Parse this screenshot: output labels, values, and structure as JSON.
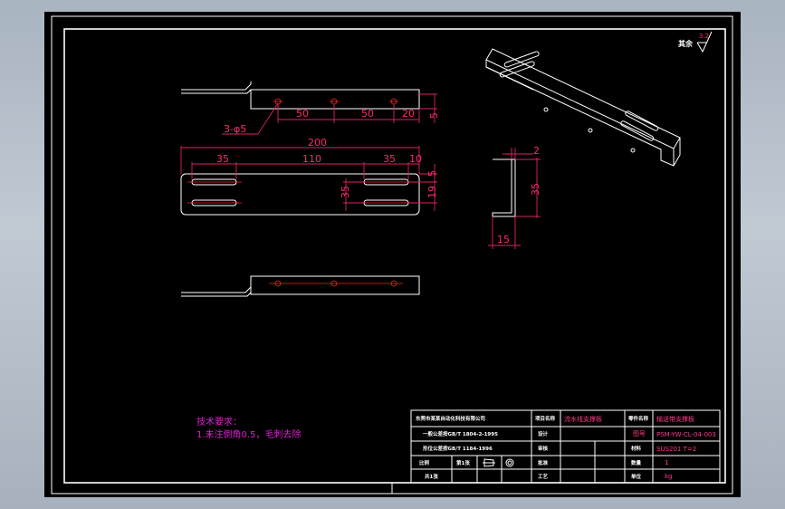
{
  "drawing": {
    "roughness_label": "其余",
    "roughness_value": "3.2",
    "dims": {
      "front_top": [
        "50",
        "50",
        "20",
        "5"
      ],
      "hole_callout": "3-φ5",
      "overall": "200",
      "top_row": [
        "35",
        "110",
        "35",
        "10"
      ],
      "side_right": [
        "5",
        "19"
      ],
      "slot_pitch": "35",
      "side_view": [
        "2",
        "35",
        "15"
      ]
    },
    "tech_notes": [
      "技术要求：",
      "1.未注倒角0.5，毛刺去除"
    ]
  },
  "title_block": {
    "company": "东莞市某某自动化科技有限公司",
    "rows": [
      "一般公差按GB/T 1804-2-1995",
      "形位公差按GB/T 1184-1996"
    ],
    "designer_label": "设计",
    "designer": "",
    "checker_label": "审核",
    "approve_label": "批准",
    "process_label": "工艺",
    "scale_row_label": "比例",
    "sheet_label": "第1张",
    "sheet_total": "共1张",
    "project_label": "项目名称",
    "project_value": "流水线支撑板",
    "part_name_label": "零件名称",
    "part_name_value": "输送带支撑板",
    "drawing_no_label": "图号",
    "drawing_no_value": "PSM-YW-CL-04-003",
    "material_label": "材料",
    "material_value": "SUS201  T=2",
    "qty_label": "数量",
    "qty_value": "1",
    "unit_label": "单位",
    "unit_value": "kg"
  }
}
